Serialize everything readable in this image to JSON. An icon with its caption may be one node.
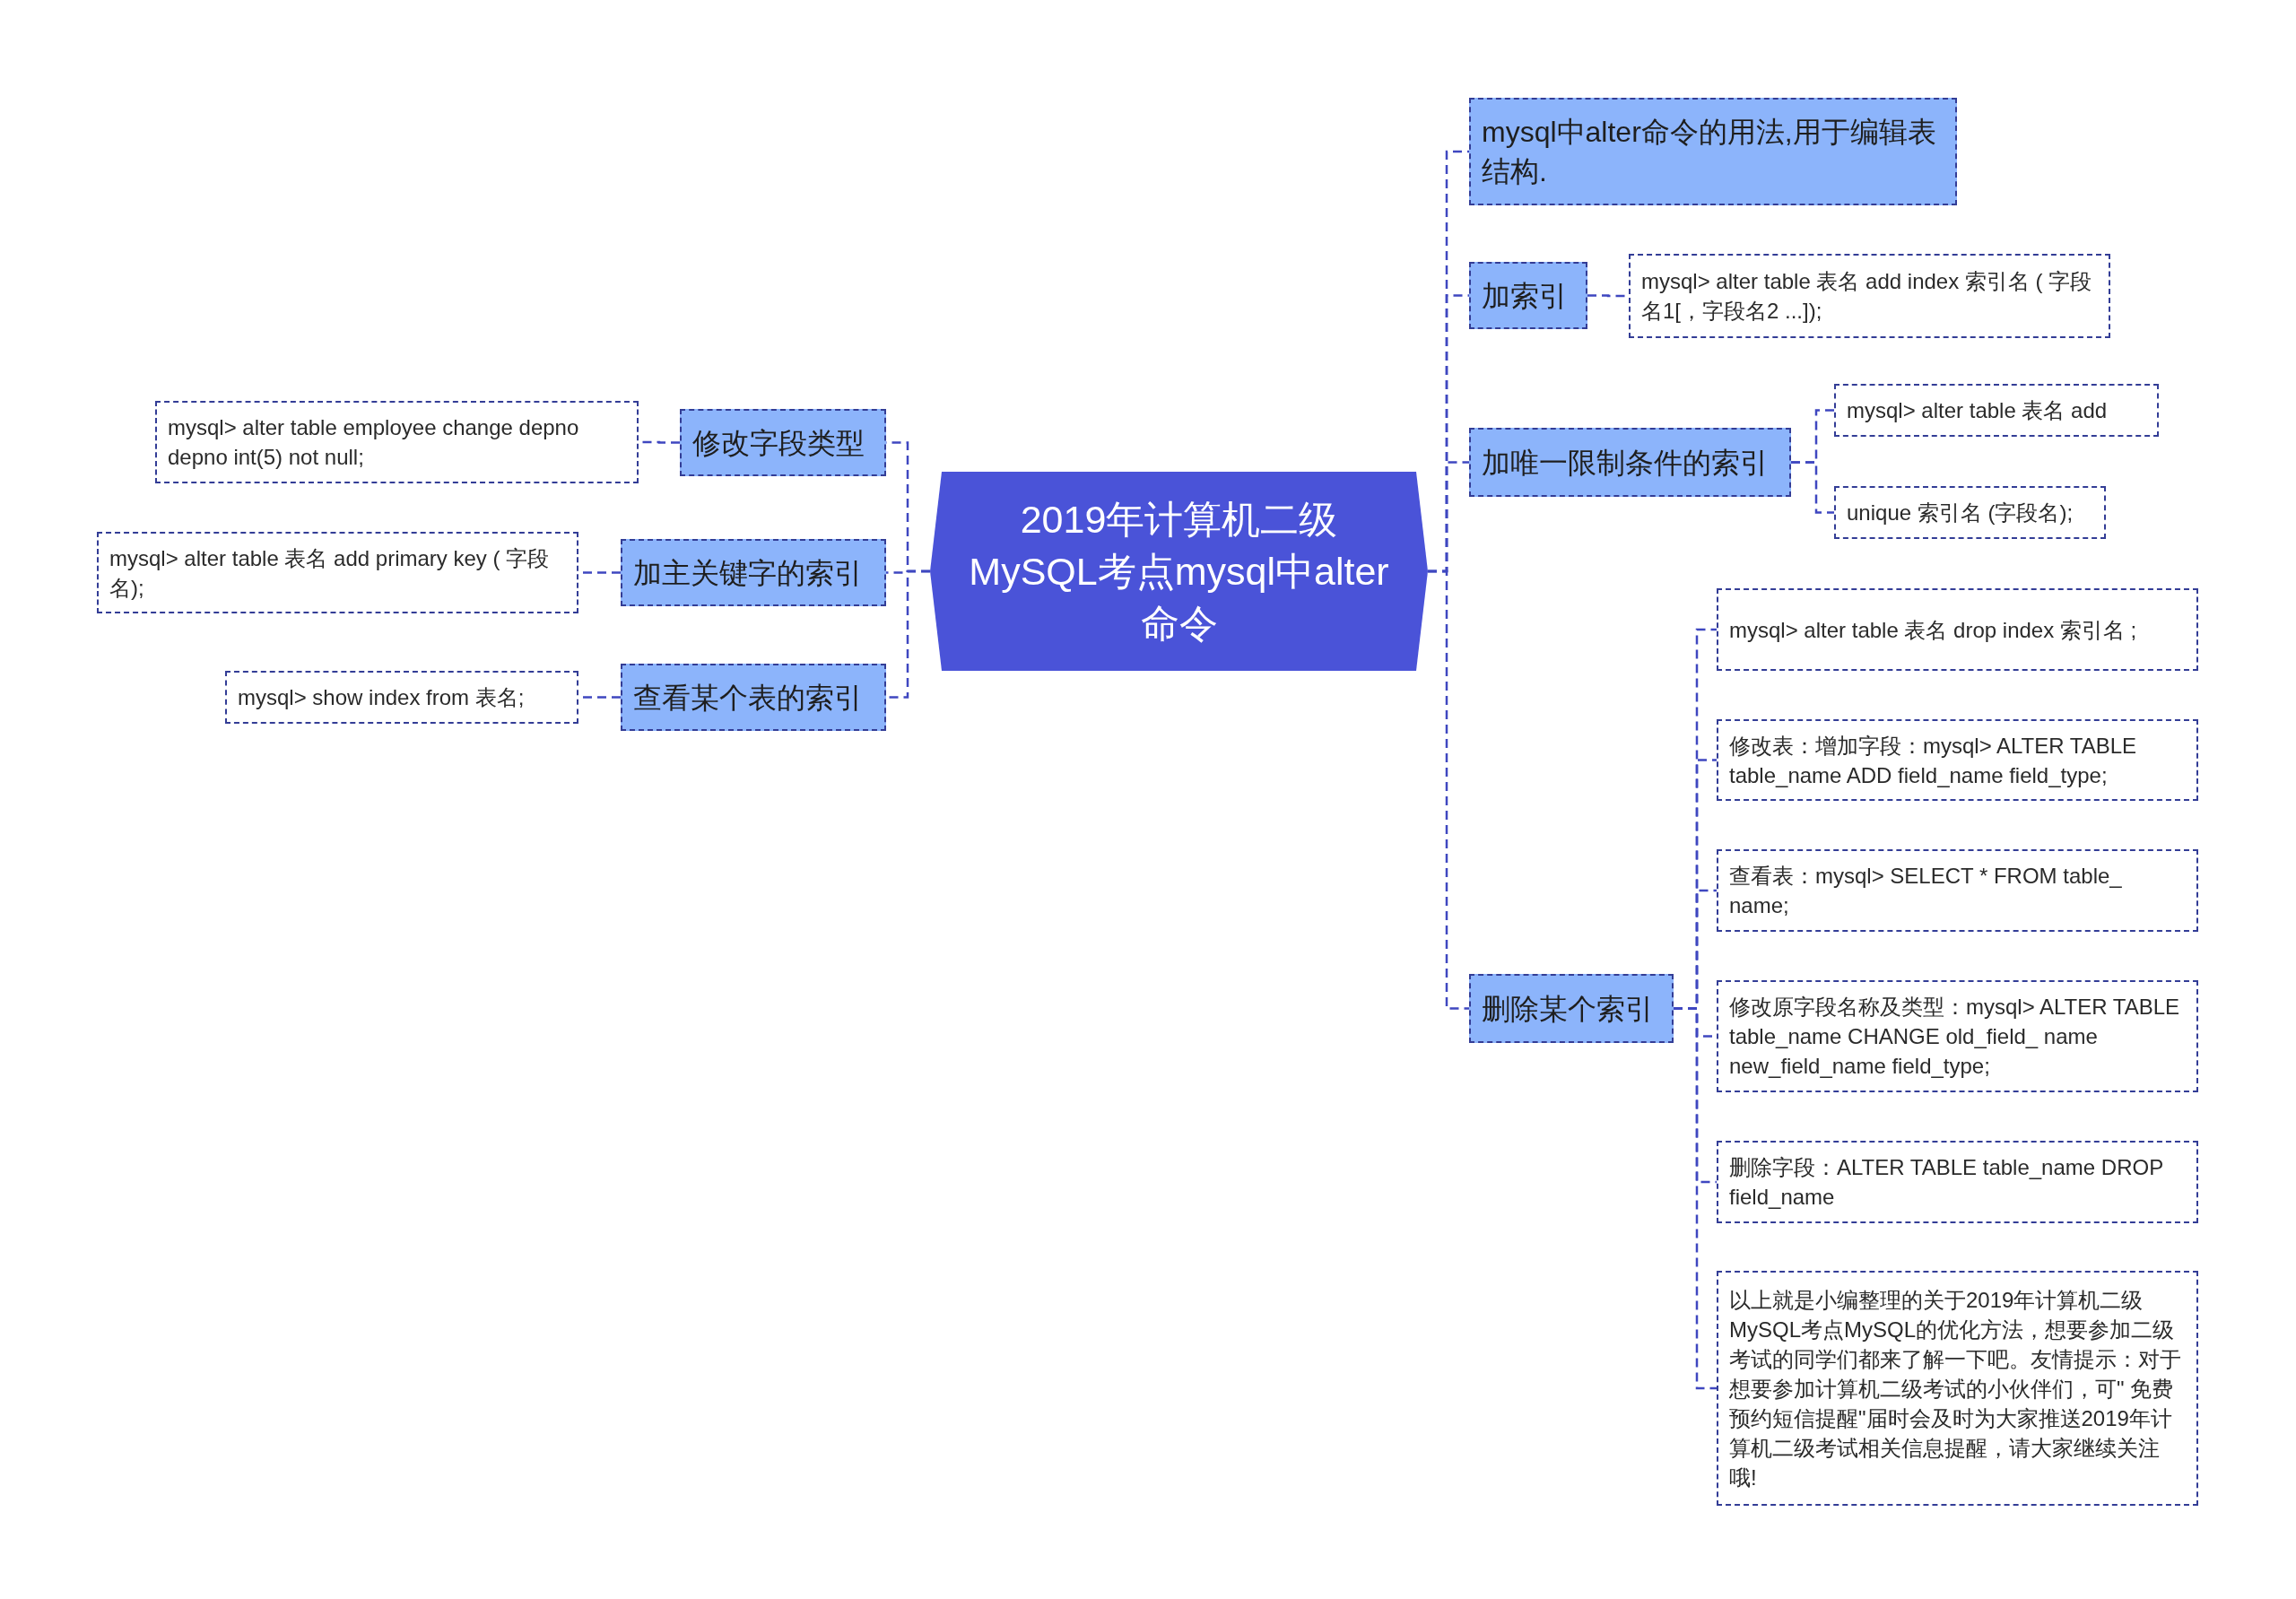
{
  "diagram": {
    "nodes": [
      {
        "text": [
          "2019年计算机二级MySQL考点mysql中alter命令"
        ]
      },
      {
        "text": [
          "mysql中alter命令的用法,用于编辑表结构."
        ]
      },
      {
        "text": [
          "加索引"
        ]
      },
      {
        "text": [
          "mysql> alter table 表名 add index 索引名 ( 字段名1[，字段名2 ...]);"
        ]
      },
      {
        "text": [
          "加唯一限制条件的索引"
        ]
      },
      {
        "text": [
          "mysql> alter table 表名 add"
        ]
      },
      {
        "text": [
          "unique 索引名 (字段名);"
        ]
      },
      {
        "text": [
          "删除某个索引"
        ]
      },
      {
        "text": [
          "mysql> alter table 表名 drop index 索引名 ;"
        ]
      },
      {
        "text": [
          "修改表：增加字段：mysql> ALTER TABLE table_name ADD field_name field_type;"
        ]
      },
      {
        "text": [
          "查看表：mysql> SELECT * FROM table_ name;"
        ]
      },
      {
        "text": [
          "修改原字段名称及类型：mysql> ALTER TABLE table_name CHANGE old_field_ name new_field_name field_type;"
        ]
      },
      {
        "text": [
          "删除字段：ALTER TABLE table_name DROP field_name"
        ]
      },
      {
        "text": [
          "以上就是小编整理的关于2019年计算机二级MySQL考点MySQL的优化方法，想要参加二级考试的同学们都来了解一下吧。友情提示：对于想要参加计算机二级考试的小伙伴们，可\" 免费预约短信提醒\"届时会及时为大家推送2019年计算机二级考试相关信息提醒，请大家继续关注哦!"
        ]
      },
      {
        "text": [
          "修改字段类型"
        ]
      },
      {
        "text": [
          "mysql> alter table employee change depno depno int(5) not null;"
        ]
      },
      {
        "text": [
          "加主关键字的索引"
        ]
      },
      {
        "text": [
          "mysql> alter table 表名 add primary key ( 字段名);"
        ]
      },
      {
        "text": [
          "查看某个表的索引"
        ]
      },
      {
        "text": [
          "mysql> show index from 表名;"
        ]
      }
    ],
    "edges": [
      {
        "from": 0,
        "to": 1,
        "arrow": "none",
        "style": "dashed"
      },
      {
        "from": 0,
        "to": 2,
        "arrow": "none",
        "style": "dashed"
      },
      {
        "from": 2,
        "to": 3,
        "arrow": "none",
        "style": "dashed"
      },
      {
        "from": 0,
        "to": 4,
        "arrow": "none",
        "style": "dashed"
      },
      {
        "from": 4,
        "to": 5,
        "arrow": "none",
        "style": "dashed"
      },
      {
        "from": 4,
        "to": 6,
        "arrow": "none",
        "style": "dashed"
      },
      {
        "from": 0,
        "to": 7,
        "arrow": "none",
        "style": "dashed"
      },
      {
        "from": 7,
        "to": 8,
        "arrow": "none",
        "style": "dashed"
      },
      {
        "from": 7,
        "to": 9,
        "arrow": "none",
        "style": "dashed"
      },
      {
        "from": 7,
        "to": 10,
        "arrow": "none",
        "style": "dashed"
      },
      {
        "from": 7,
        "to": 11,
        "arrow": "none",
        "style": "dashed"
      },
      {
        "from": 7,
        "to": 12,
        "arrow": "none",
        "style": "dashed"
      },
      {
        "from": 7,
        "to": 13,
        "arrow": "none",
        "style": "dashed"
      },
      {
        "from": 0,
        "to": 14,
        "arrow": "none",
        "style": "dashed"
      },
      {
        "from": 14,
        "to": 15,
        "arrow": "none",
        "style": "dashed"
      },
      {
        "from": 0,
        "to": 16,
        "arrow": "none",
        "style": "dashed"
      },
      {
        "from": 16,
        "to": 17,
        "arrow": "none",
        "style": "dashed"
      },
      {
        "from": 0,
        "to": 18,
        "arrow": "none",
        "style": "dashed"
      },
      {
        "from": 18,
        "to": 19,
        "arrow": "none",
        "style": "dashed"
      }
    ]
  }
}
